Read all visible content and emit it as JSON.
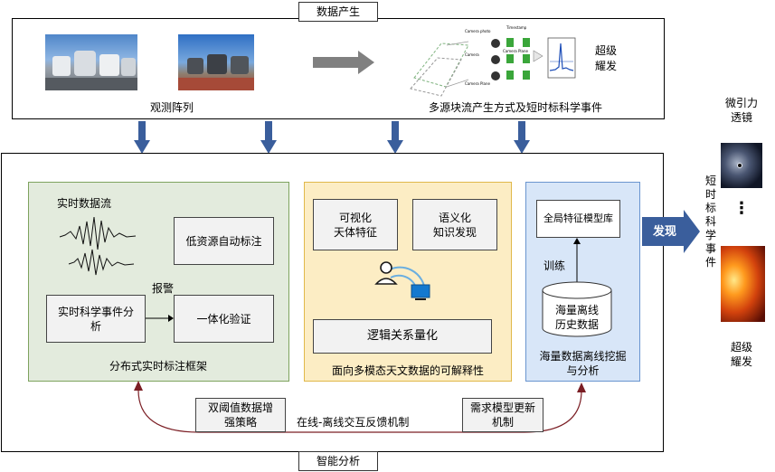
{
  "colors": {
    "arrow_blue": "#3a5e9c",
    "panel_green": "#e3ebdd",
    "panel_green_border": "#7ea35e",
    "panel_yellow": "#fcedc4",
    "panel_yellow_border": "#e0b84a",
    "panel_blue": "#d8e6f8",
    "panel_blue_border": "#6a95cf",
    "feedback_arrow": "#7b1e24",
    "gray_box": "#f2f2f2"
  },
  "top": {
    "tab_label": "数据产生",
    "obs_caption": "观测阵列",
    "flow_caption": "多源块流产生方式及短时标科学事件",
    "burst_label": "超级\n耀发",
    "mini_labels": [
      "Camera photo",
      "Timestamp",
      "Camera",
      "Camera Plane",
      "Camera Plane"
    ]
  },
  "bottom": {
    "tab_label": "智能分析"
  },
  "green_panel": {
    "stream_label": "实时数据流",
    "auto_label": "低资源自动标注",
    "analysis_label": "实时科学事件分\n析",
    "alarm_label": "报警",
    "verify_label": "一体化验证",
    "caption": "分布式实时标注框架"
  },
  "yellow_panel": {
    "visual_label": "可视化\n天体特征",
    "semantic_label": "语义化\n知识发现",
    "logic_label": "逻辑关系量化",
    "caption": "面向多模态天文数据的可解释性"
  },
  "blue_panel": {
    "global_label": "全局特征模型库",
    "train_label": "训练",
    "db_label": "海量离线\n历史数据",
    "caption": "海量数据离线挖掘\n与分析"
  },
  "feedback": {
    "left_label": "双阈值数据增\n强策略",
    "mid_label": "在线-离线交互反馈机制",
    "right_label": "需求模型更新\n机制"
  },
  "discover_label": "发现",
  "right_side": {
    "lens_label": "微引力\n透镜",
    "vertical_label": "短\n时\n标\n科\n学\n事\n件",
    "burst_label": "超级\n耀发",
    "dots": "⋮"
  }
}
